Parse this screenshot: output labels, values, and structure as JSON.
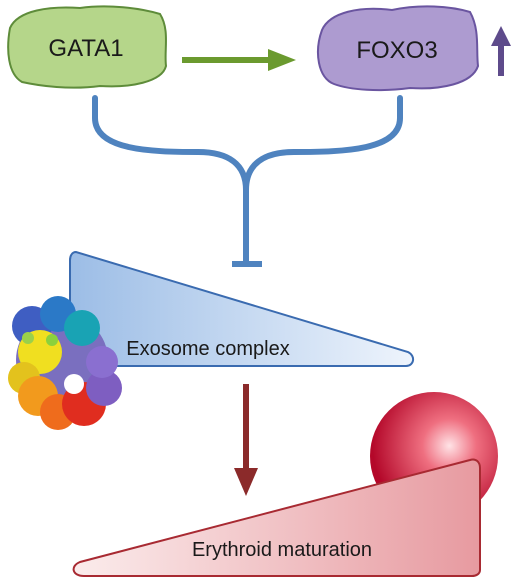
{
  "nodes": {
    "gata1": {
      "label": "GATA1",
      "fill": "#b5d68a",
      "stroke": "#5e8c3a"
    },
    "foxo3": {
      "label": "FOXO3",
      "fill": "#ad9bd0",
      "stroke": "#6a55a0",
      "trend": "up"
    }
  },
  "exosome": {
    "label": "Exosome complex",
    "fill": "#bcd3ef",
    "stroke": "#3a6bb0"
  },
  "erythroid": {
    "label": "Erythroid maturation",
    "fill": "#f2c3c6",
    "stroke": "#a82a32"
  },
  "colors": {
    "activation_arrow": "#6b9a2f",
    "inhibition_line": "#4f83bf",
    "foxo3_up_arrow": "#5e4b8b",
    "downstream_arrow": "#8b2a2a",
    "red_cell": "#c8102e"
  },
  "icons": {
    "up_arrow": "up-arrow-icon",
    "exosome_structure": "protein-structure-icon",
    "red_blood_cell": "red-blood-cell-icon"
  }
}
